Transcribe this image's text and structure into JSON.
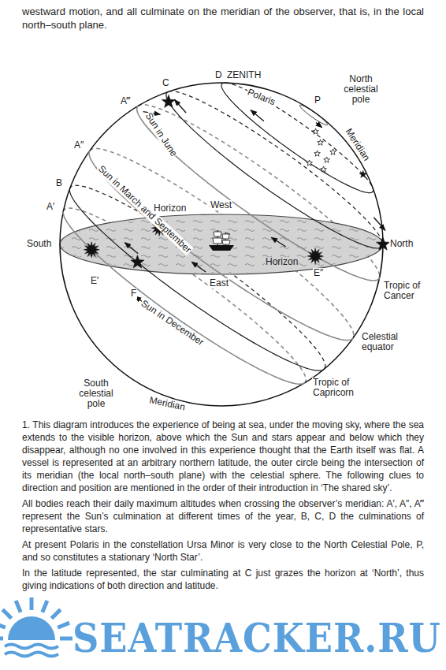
{
  "diagram": {
    "labels": [
      "westward motion, and all culminate on the meridian of the observer, that is, in the local north–south plane.",
      "C",
      "D",
      "ZENITH",
      "North celestial pole",
      "A‴",
      "Polaris",
      "P",
      "A″",
      "Sun in June",
      "Meridian",
      "B",
      "A′",
      "Sun in March and September",
      "West",
      "Horizon",
      "South",
      "North",
      "Horizon",
      "East",
      "E′",
      "F",
      "E″",
      "Tropic of Cancer",
      "Sun in December",
      "Celestial equator",
      "Tropic of Capricorn",
      "South celestial pole",
      "Meridian",
      "1. This diagram introduces the experience of being at sea, under the moving sky, where the sea extends to the visible horizon, above which the Sun and stars appear and below which they disappear, although no one involved in this experience thought that the Earth itself was flat. A vessel is represented at an arbitrary northern latitude, the outer circle being the intersection of its meridian (the local north–south plane) with the celestial sphere. The following clues to direction and position are mentioned in the order of their introduction in ‘The shared sky’.",
      "All bodies reach their daily maximum altitudes when crossing the observer’s meridian: A′, A″, A‴ represent the Sun’s culmination at different times of the year, B, C, D the culminations of representative stars.",
      "At present Polaris in the constellation Ursa Minor is very close to the North Celestial Pole, P, and so constitutes a stationary ‘North Star’.",
      "In the latitude represented, the star culminating at C just grazes the horizon at ‘North’, thus giving indications of both direction and latitude.",
      "SEATRACKER.RU"
    ]
  }
}
